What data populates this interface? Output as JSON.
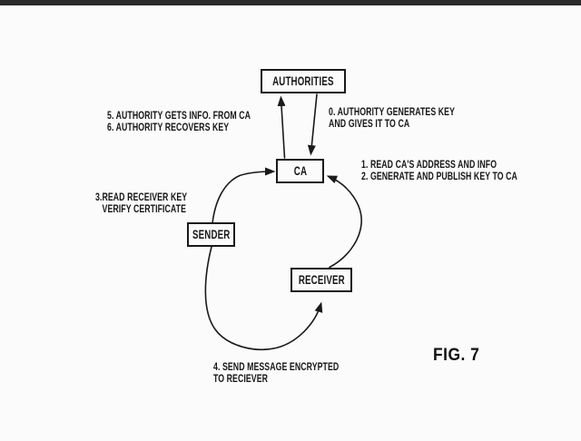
{
  "figure": {
    "label": "FIG. 7"
  },
  "colors": {
    "ink": "#1a1a1a",
    "background": "#fbfbfb",
    "top_bar": "#2b2b2b"
  },
  "nodes": {
    "authorities": "AUTHORITIES",
    "ca": "CA",
    "sender": "SENDER",
    "receiver": "RECEIVER"
  },
  "annotations": {
    "step0": "0. AUTHORITY GENERATES KEY\nAND GIVES IT TO CA",
    "steps12": "1. READ CA'S ADDRESS AND INFO\n2. GENERATE AND PUBLISH KEY TO CA",
    "step3": "3.READ RECEIVER KEY\n   VERIFY CERTIFICATE",
    "step4": "4. SEND MESSAGE ENCRYPTED\nTO RECIEVER",
    "steps56": "5. AUTHORITY GETS INFO. FROM CA\n6. AUTHORITY RECOVERS KEY"
  },
  "edges": [
    {
      "from": "ca",
      "to": "authorities"
    },
    {
      "from": "authorities",
      "to": "ca"
    },
    {
      "from": "sender",
      "to": "ca"
    },
    {
      "from": "sender",
      "to": "receiver"
    },
    {
      "from": "receiver",
      "to": "ca"
    }
  ]
}
